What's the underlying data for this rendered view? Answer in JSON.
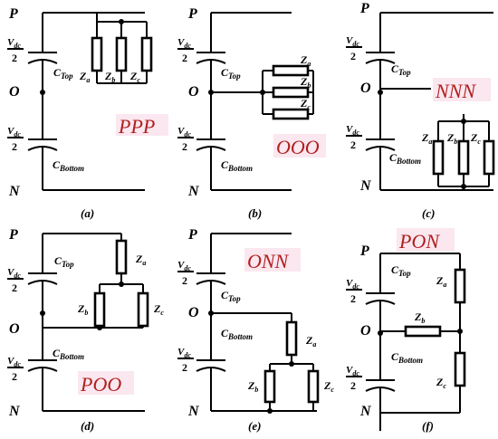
{
  "labels": {
    "P": "P",
    "O": "O",
    "N": "N",
    "vdc_num": "V",
    "vdc_sub": "dc",
    "two": "2",
    "c_top": "C",
    "c_top_sub": "Top",
    "c_bottom": "C",
    "c_bottom_sub": "Bottom",
    "za": "Z",
    "za_sub": "a",
    "zb": "Z",
    "zb_sub": "b",
    "zc": "Z",
    "zc_sub": "c"
  },
  "panels": [
    {
      "caption": "(a)",
      "state": "PPP"
    },
    {
      "caption": "(b)",
      "state": "OOO"
    },
    {
      "caption": "(c)",
      "state": "NNN"
    },
    {
      "caption": "(d)",
      "state": "POO"
    },
    {
      "caption": "(e)",
      "state": "ONN"
    },
    {
      "caption": "(f)",
      "state": "PON"
    }
  ],
  "colors": {
    "wire": "#000000",
    "state_text": "#b02020",
    "state_bg": "#fbe7ef"
  }
}
